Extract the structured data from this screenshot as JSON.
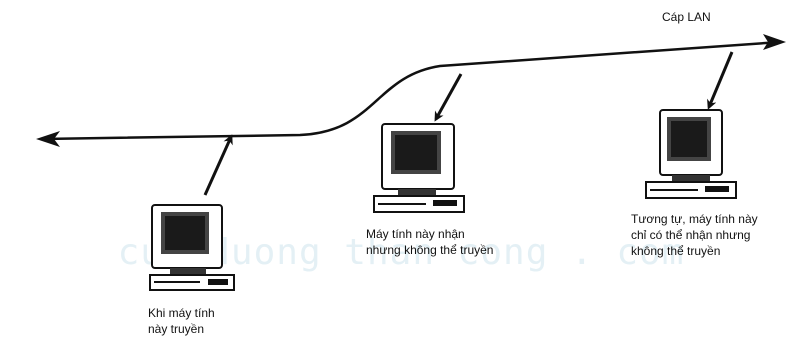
{
  "cable_label": "Cáp LAN",
  "watermark": "cuu duong than cong . com",
  "computers": [
    {
      "caption_lines": [
        "Khi máy tính",
        "này truyền"
      ]
    },
    {
      "caption_lines": [
        "Máy tính này nhận",
        "nhưng không thể truyền"
      ]
    },
    {
      "caption_lines": [
        "Tương tự, máy tính này",
        "chỉ có thể nhận nhưng",
        "không thể truyền"
      ]
    }
  ]
}
